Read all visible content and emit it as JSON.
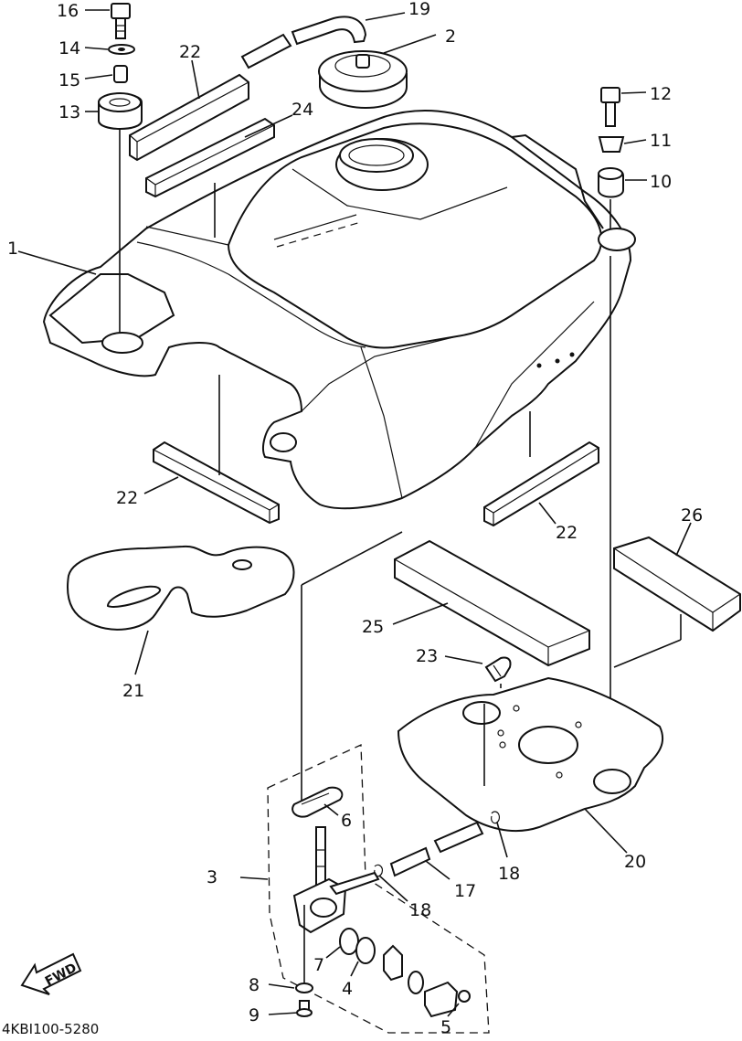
{
  "diagram": {
    "drawing_code": "4KBI100-5280",
    "fwd_label": "FWD",
    "callouts": {
      "c1": "1",
      "c2": "2",
      "c3": "3",
      "c4": "4",
      "c5": "5",
      "c6": "6",
      "c7": "7",
      "c8": "8",
      "c9": "9",
      "c10": "10",
      "c11": "11",
      "c12": "12",
      "c13": "13",
      "c14": "14",
      "c15": "15",
      "c16": "16",
      "c17": "17",
      "c18a": "18",
      "c18b": "18",
      "c19": "19",
      "c20": "20",
      "c21": "21",
      "c22a": "22",
      "c22b": "22",
      "c22c": "22",
      "c23": "23",
      "c24": "24",
      "c25": "25",
      "c26": "26"
    }
  }
}
